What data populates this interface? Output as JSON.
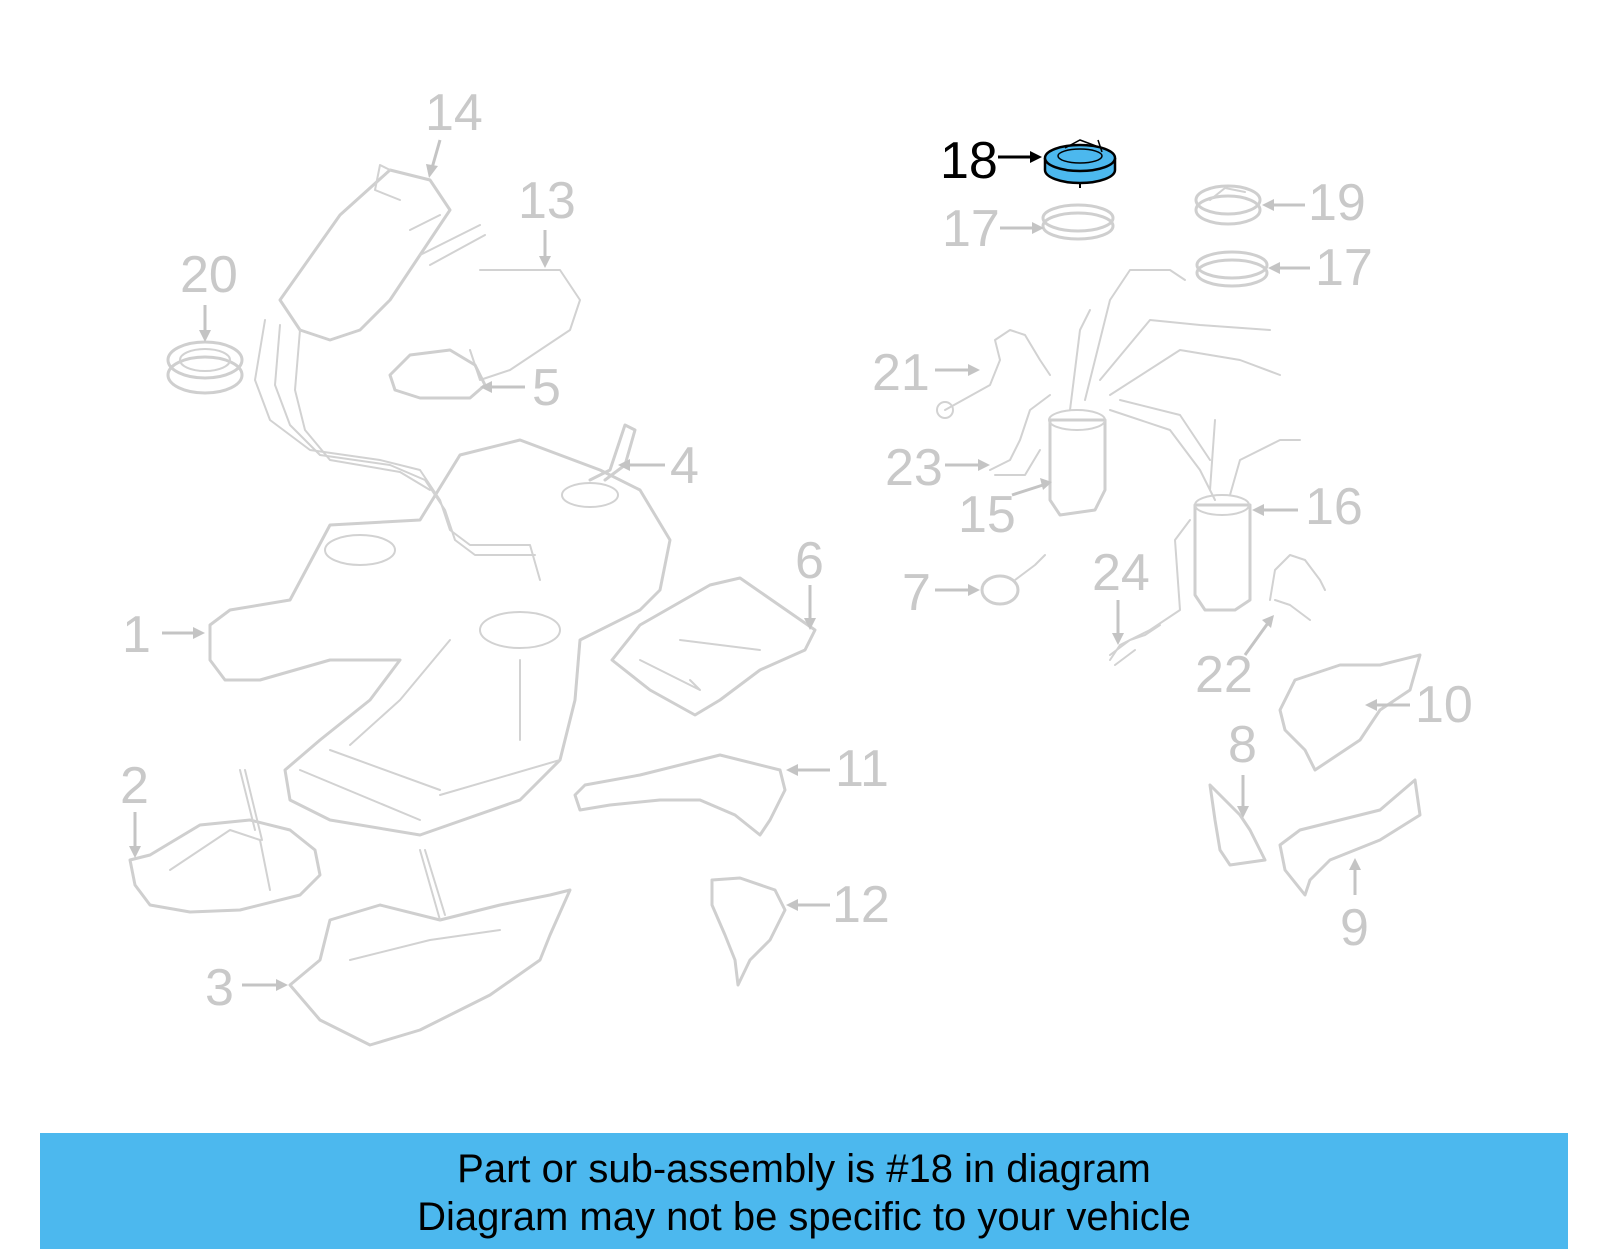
{
  "diagram": {
    "highlight_color": "#4cb8ee",
    "callouts": [
      {
        "id": "c1",
        "label": "1"
      },
      {
        "id": "c2",
        "label": "2"
      },
      {
        "id": "c3",
        "label": "3"
      },
      {
        "id": "c4",
        "label": "4"
      },
      {
        "id": "c5",
        "label": "5"
      },
      {
        "id": "c6",
        "label": "6"
      },
      {
        "id": "c7",
        "label": "7"
      },
      {
        "id": "c8",
        "label": "8"
      },
      {
        "id": "c9",
        "label": "9"
      },
      {
        "id": "c10",
        "label": "10"
      },
      {
        "id": "c11",
        "label": "11"
      },
      {
        "id": "c12",
        "label": "12"
      },
      {
        "id": "c13",
        "label": "13"
      },
      {
        "id": "c14",
        "label": "14"
      },
      {
        "id": "c15",
        "label": "15"
      },
      {
        "id": "c16",
        "label": "16"
      },
      {
        "id": "c17a",
        "label": "17"
      },
      {
        "id": "c17b",
        "label": "17"
      },
      {
        "id": "c18",
        "label": "18",
        "highlighted": true
      },
      {
        "id": "c19",
        "label": "19"
      },
      {
        "id": "c20",
        "label": "20"
      },
      {
        "id": "c21",
        "label": "21"
      },
      {
        "id": "c22",
        "label": "22"
      },
      {
        "id": "c23",
        "label": "23"
      },
      {
        "id": "c24",
        "label": "24"
      }
    ]
  },
  "footer": {
    "line1": "Part or sub-assembly is #18 in diagram",
    "line2": "Diagram may not be specific to your vehicle"
  }
}
